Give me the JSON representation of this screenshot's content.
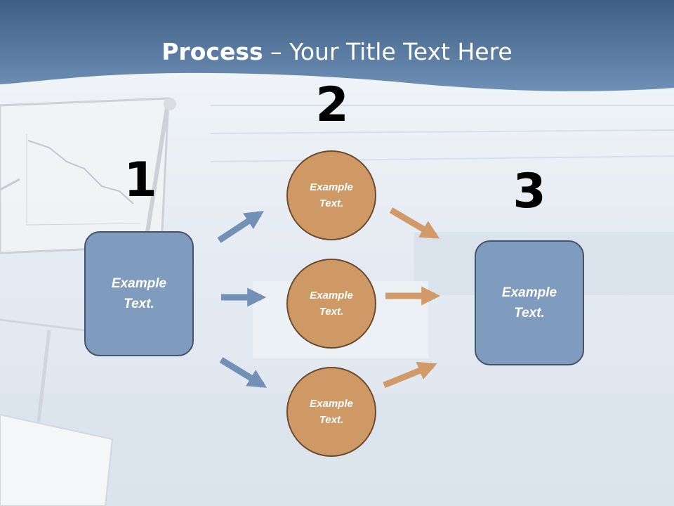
{
  "slide": {
    "title_bold": "Process",
    "title_sep": " – ",
    "title_rest": "Your Title Text Here"
  },
  "steps": {
    "step1": {
      "number": "1",
      "text": "Example\nText."
    },
    "step2": {
      "number": "2",
      "items": [
        {
          "text": "Example\nText."
        },
        {
          "text": "Example\nText."
        },
        {
          "text": "Example\nText."
        }
      ]
    },
    "step3": {
      "number": "3",
      "text": "Example\nText."
    }
  },
  "colors": {
    "header_blue": "#5a7ea5",
    "box_fill": "#7f9bbd",
    "box_border": "#44546a",
    "circle_fill": "#cf9966",
    "circle_border": "#6b4a2d",
    "arrow_blue": "#7391b6",
    "arrow_orange": "#d19b69"
  }
}
